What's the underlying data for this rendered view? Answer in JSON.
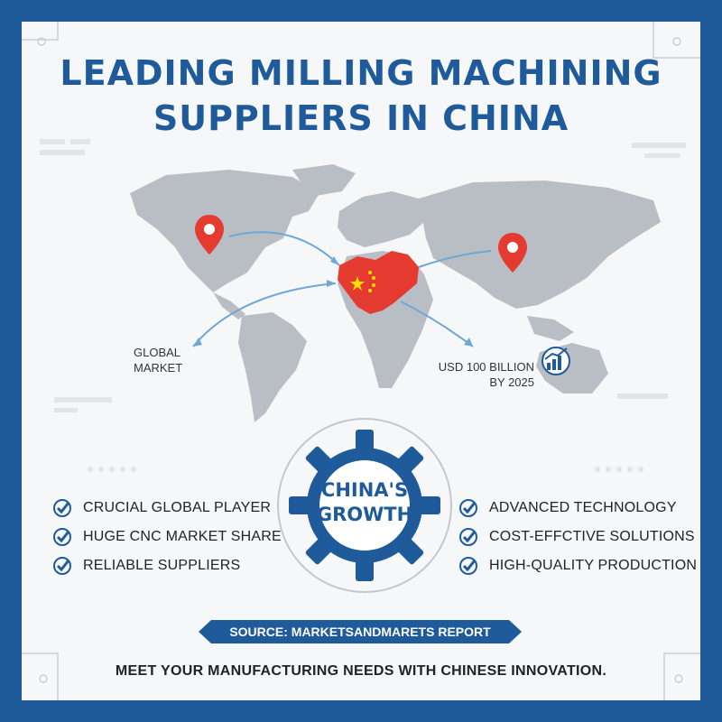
{
  "title": {
    "line1": "LEADING MILLING MACHINING",
    "line2": "SUPPLIERS IN CHINA"
  },
  "map": {
    "global_label_line1": "GLOBAL",
    "global_label_line2": "MARKET",
    "projection_line1": "USD 100 BILLION",
    "projection_line2": "BY 2025"
  },
  "center": {
    "line1": "CHINA'S",
    "line2": "GROWTH"
  },
  "left_list": [
    "CRUCIAL GLOBAL PLAYER",
    "HUGE CNC MARKET SHARE",
    "RELIABLE SUPPLIERS"
  ],
  "right_list": [
    "ADVANCED TECHNOLOGY",
    "COST-EFFCTIVE SOLUTIONS",
    "HIGH-QUALITY PRODUCTION"
  ],
  "source": "SOURCE: MARKETSANDMARETS REPORT",
  "tagline": "MEET YOUR MANUFACTURING NEEDS WITH CHINESE INNOVATION.",
  "colors": {
    "brand_blue": "#1f5a9a",
    "china_red": "#e53a2f",
    "map_gray": "#b9bec4"
  },
  "icons": [
    "location-pin-icon",
    "chart-growth-icon",
    "check-icon",
    "gear-icon"
  ]
}
